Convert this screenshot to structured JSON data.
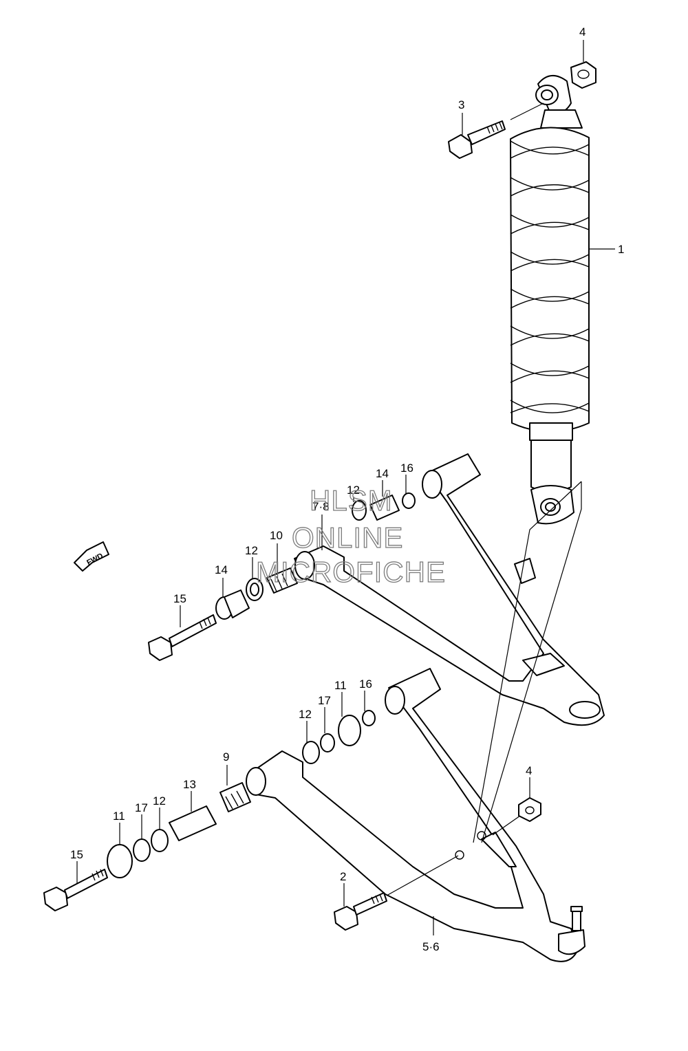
{
  "callouts": {
    "c1": "1",
    "c2": "2",
    "c3": "3",
    "c4_top": "4",
    "c4_lower": "4",
    "c5_6": "5·6",
    "c7_8": "7·8",
    "c9": "9",
    "c10": "10",
    "c11_upper": "11",
    "c11_lower": "11",
    "c12_a": "12",
    "c12_b": "12",
    "c12_c": "12",
    "c12_d": "12",
    "c13": "13",
    "c14_a": "14",
    "c14_b": "14",
    "c15_a": "15",
    "c15_b": "15",
    "c16_a": "16",
    "c16_b": "16",
    "c17_a": "17",
    "c17_b": "17"
  },
  "direction_arrow": {
    "label": "FWD"
  },
  "watermark": {
    "line1": "HLSM",
    "line2": "ONLINE",
    "line3": "MICROFICHE"
  },
  "colors": {
    "line": "#000000",
    "background": "#ffffff",
    "watermark": "#7a7a7a"
  }
}
